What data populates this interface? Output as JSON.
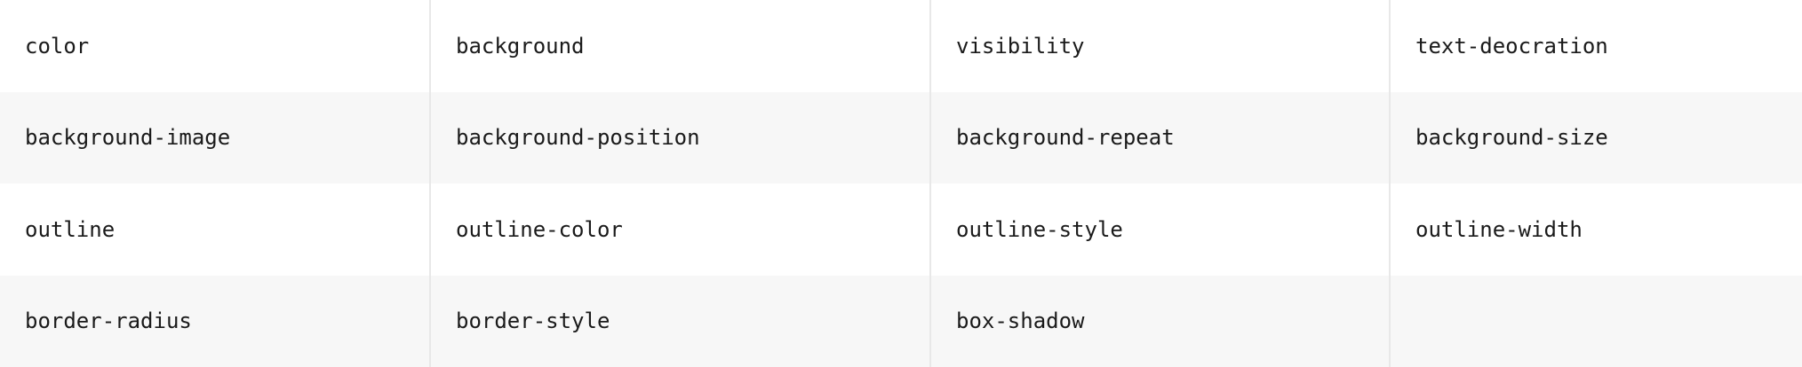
{
  "colors": {
    "page_bg": "#ffffff",
    "row_stripe": "#f7f7f7",
    "column_divider": "#e8e8e8",
    "cell_text": "#1a1a1a"
  },
  "table": {
    "rows": [
      {
        "cells": [
          "color",
          "background",
          "visibility",
          "text-deocration"
        ]
      },
      {
        "cells": [
          "background-image",
          "background-position",
          "background-repeat",
          "background-size"
        ]
      },
      {
        "cells": [
          "outline",
          "outline-color",
          "outline-style",
          "outline-width"
        ]
      },
      {
        "cells": [
          "border-radius",
          "border-style",
          "box-shadow",
          ""
        ]
      }
    ]
  }
}
